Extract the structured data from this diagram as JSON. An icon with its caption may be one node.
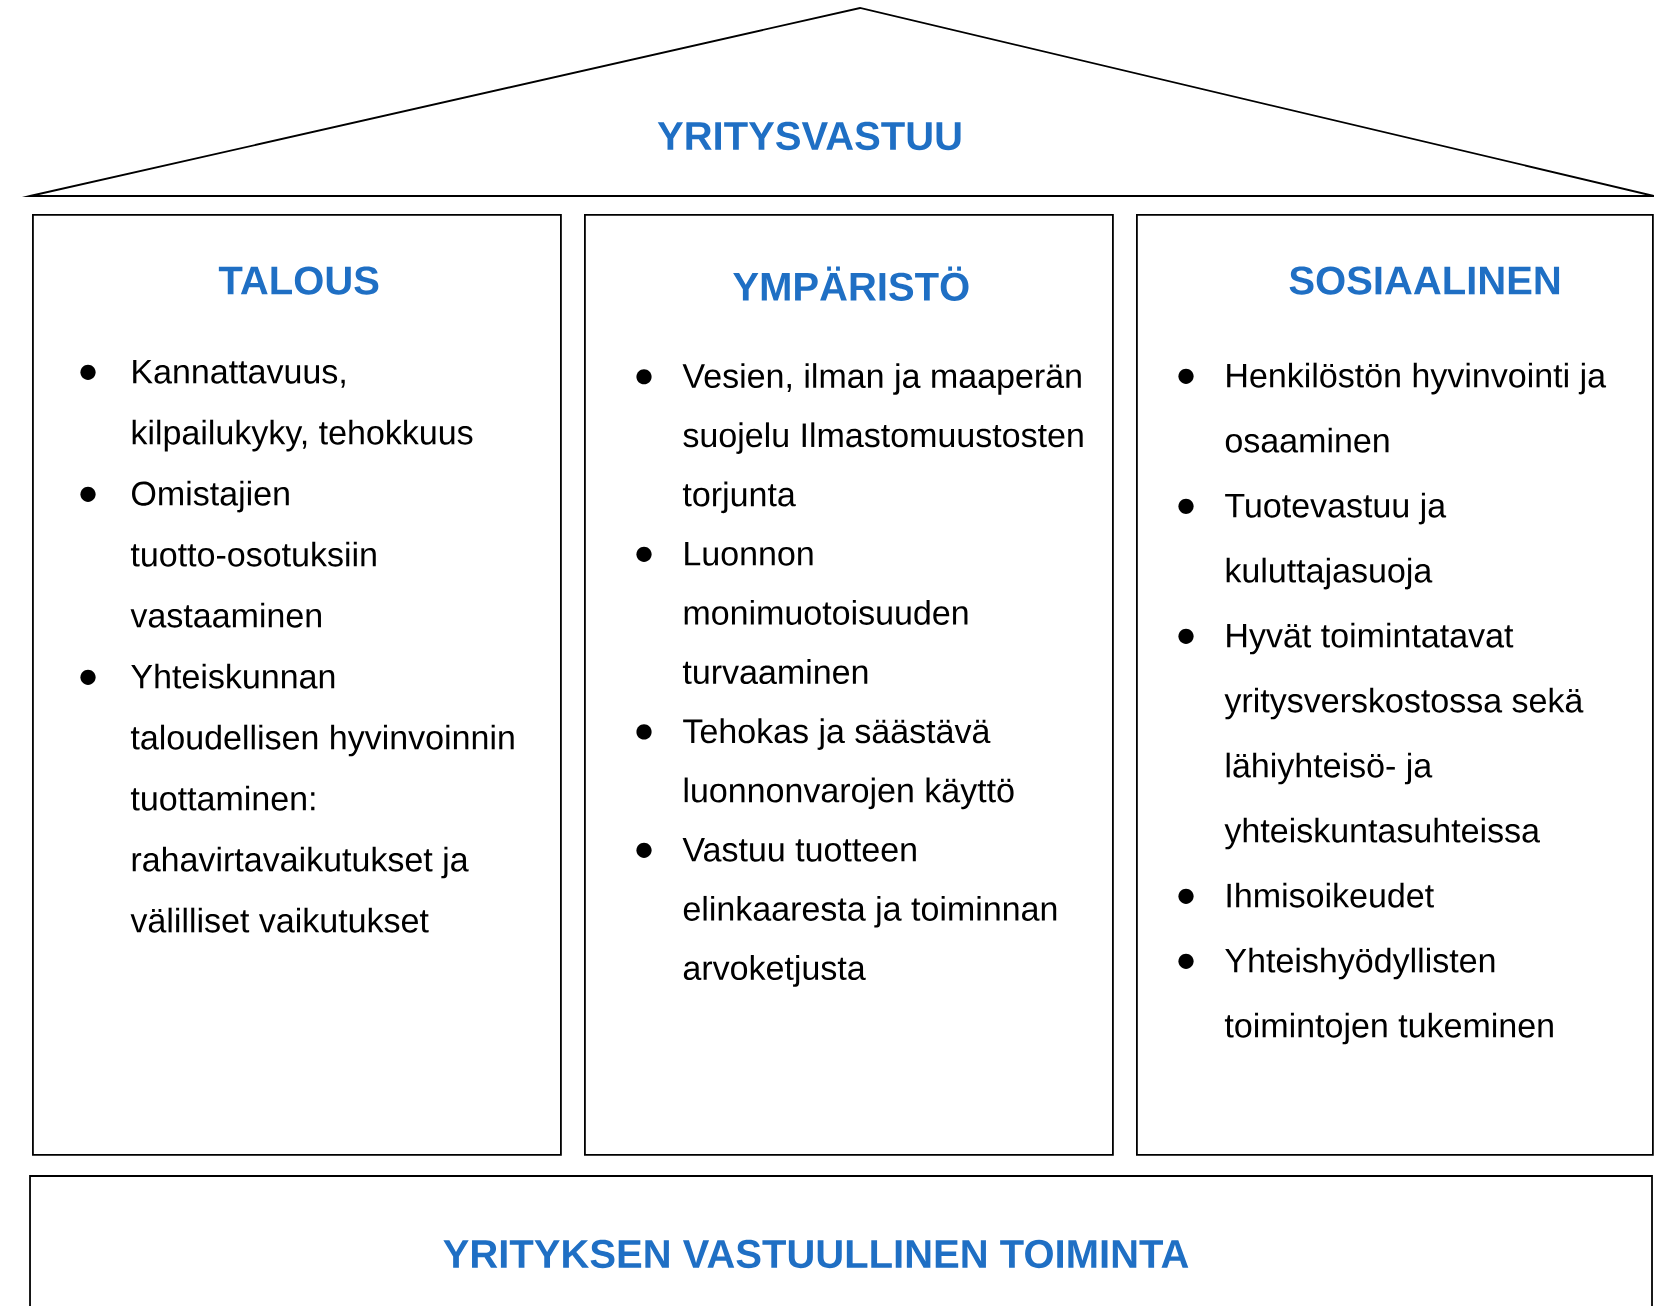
{
  "diagram": {
    "nodes": [
      {
        "text": [
          "YRITYSVASTUU"
        ]
      },
      {
        "text": [
          "TALOUS",
          "Kannattavuus, kilpailukyky, tehokkuus",
          "Omistajien tuotto-osotuksiin vastaaminen",
          "Yhteiskunnan taloudellisen hyvinvoinnin tuottaminen: rahavirtavaikutukset ja välilliset vaikutukset"
        ]
      },
      {
        "text": [
          "YMPÄRISTÖ",
          "Vesien, ilman ja maaperän suojelu Ilmastomuustosten torjunta",
          "Luonnon monimuotoisuuden turvaaminen",
          "Tehokas ja säästävä luonnonvarojen käyttö",
          "Vastuu tuotteen elinkaaresta ja toiminnan arvoketjusta"
        ]
      },
      {
        "text": [
          "SOSIAALINEN",
          "Henkilöstön hyvinvointi ja osaaminen",
          "Tuotevastuu ja kuluttajasuoja",
          "Hyvät toimintatavat yritysverskostossa sekä lähiyhteisö- ja yhteiskuntasuhteissa",
          "Ihmisoikeudet",
          "Yhteishyödyllisten toimintojen tukeminen"
        ]
      },
      {
        "text": [
          "YRITYKSEN VASTUULLINEN TOIMINTA"
        ]
      }
    ]
  }
}
